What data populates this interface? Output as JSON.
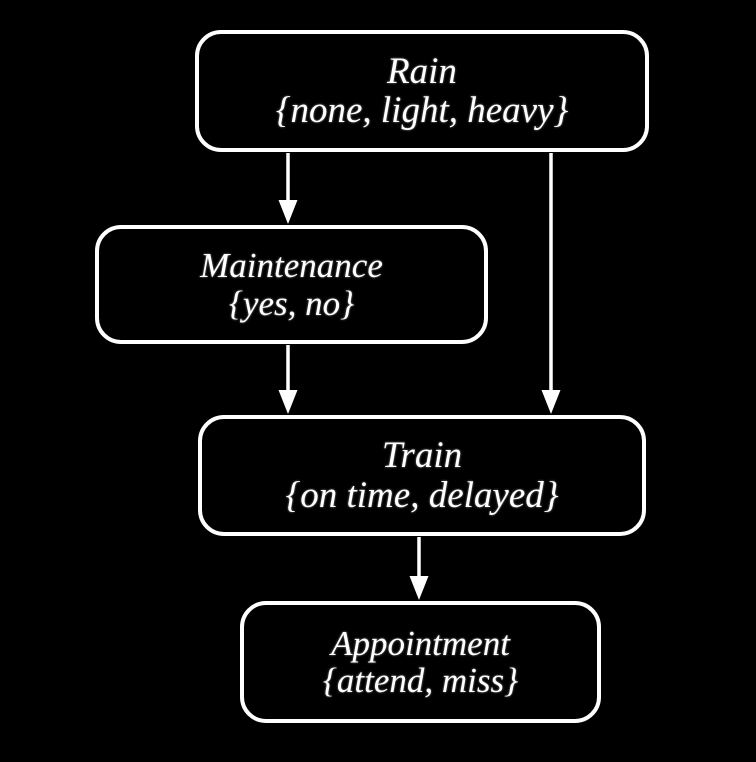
{
  "diagram": {
    "title": "Rain Maintenance Train Appointment Bayesian network",
    "type": "directed-acyclic-graph",
    "background_color": "#000000",
    "stroke_color": "#ffffff",
    "text_color": "#ffffff",
    "nodes": [
      {
        "id": "rain",
        "name": "Rain",
        "states": "{none, light, heavy}",
        "state_list": [
          "none",
          "light",
          "heavy"
        ]
      },
      {
        "id": "maintenance",
        "name": "Maintenance",
        "states": "{yes, no}",
        "state_list": [
          "yes",
          "no"
        ]
      },
      {
        "id": "train",
        "name": "Train",
        "states": "{on time, delayed}",
        "state_list": [
          "on time",
          "delayed"
        ]
      },
      {
        "id": "appointment",
        "name": "Appointment",
        "states": "{attend, miss}",
        "state_list": [
          "attend",
          "miss"
        ]
      }
    ],
    "edges": [
      {
        "id": "rain-to-maintenance",
        "from": "Rain",
        "to": "Maintenance"
      },
      {
        "id": "rain-to-train",
        "from": "Rain",
        "to": "Train"
      },
      {
        "id": "maintenance-to-train",
        "from": "Maintenance",
        "to": "Train"
      },
      {
        "id": "train-to-appointment",
        "from": "Train",
        "to": "Appointment"
      }
    ]
  }
}
